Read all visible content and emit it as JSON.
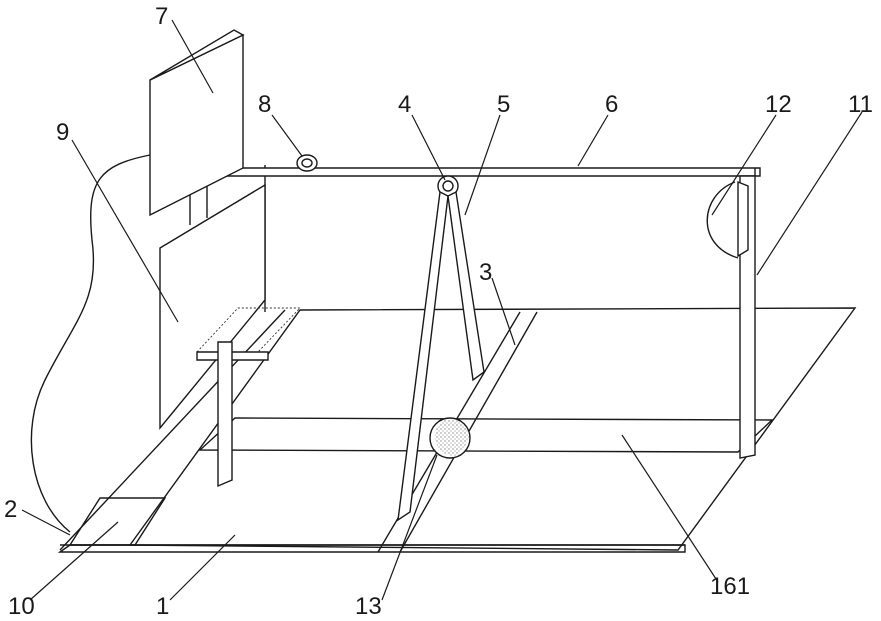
{
  "figure": {
    "callouts": {
      "c1": "1",
      "c2": "2",
      "c3": "3",
      "c4": "4",
      "c5": "5",
      "c6": "6",
      "c7": "7",
      "c8": "8",
      "c9": "9",
      "c10": "10",
      "c11": "11",
      "c12": "12",
      "c13": "13",
      "c161": "161"
    }
  },
  "colors": {
    "line": "#1a1a1a",
    "background": "#ffffff",
    "speckle": "#555555"
  }
}
